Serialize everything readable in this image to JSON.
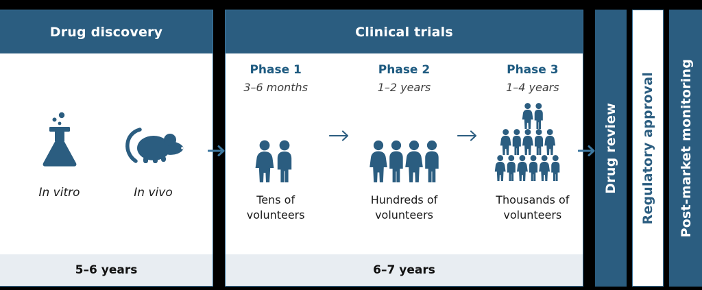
{
  "theme": {
    "header_blue": "#2b5d80",
    "border_blue": "#3c77a0",
    "footer_bg": "#e8edf2",
    "phase_title_color": "#1d5a80",
    "icon_blue": "#2b5d80",
    "background": "#000000"
  },
  "discovery": {
    "title": "Drug discovery",
    "duration": "5–6 years",
    "items": [
      {
        "label": "In vitro",
        "icon": "flask-icon"
      },
      {
        "label": "In vivo",
        "icon": "mouse-icon"
      }
    ]
  },
  "trials": {
    "title": "Clinical trials",
    "duration": "6–7 years",
    "arrow_glyph": "→",
    "phases": [
      {
        "title": "Phase 1",
        "duration": "3–6 months",
        "caption_line1": "Tens of",
        "caption_line2": "volunteers",
        "figure_count": 2,
        "figure_layout": "row"
      },
      {
        "title": "Phase 2",
        "duration": "1–2 years",
        "caption_line1": "Hundreds of",
        "caption_line2": "volunteers",
        "figure_count": 4,
        "figure_layout": "row"
      },
      {
        "title": "Phase 3",
        "duration": "1–4 years",
        "caption_line1": "Thousands of",
        "caption_line2": "volunteers",
        "figure_count": 13,
        "figure_layout": "pyramid",
        "pyramid_rows": [
          2,
          5,
          6
        ]
      }
    ]
  },
  "stages": [
    {
      "label": "Drug review",
      "style": "blue"
    },
    {
      "label": "Regulatory approval",
      "style": "white"
    },
    {
      "label": "Post-market monitoring",
      "style": "blue"
    }
  ],
  "connectors": [
    {
      "name": "arrow-discovery-trials",
      "glyph": "→"
    },
    {
      "name": "arrow-trials-review",
      "glyph": "→"
    }
  ]
}
